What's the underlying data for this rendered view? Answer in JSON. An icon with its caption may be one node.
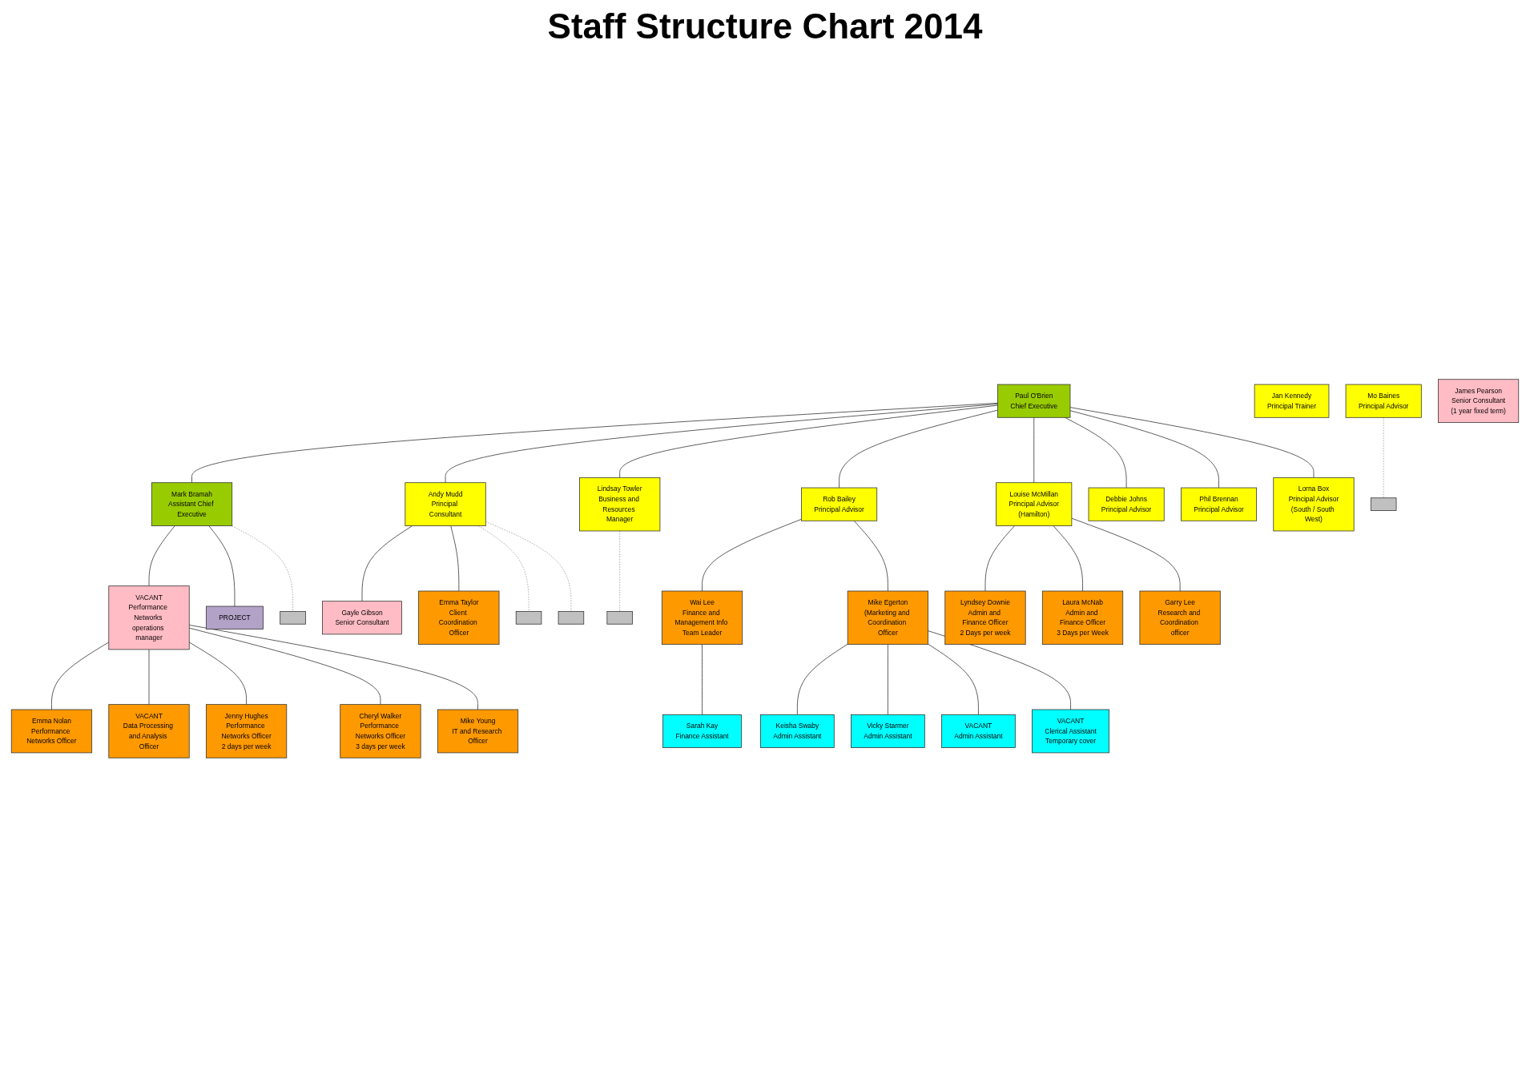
{
  "diagram": {
    "title": "Staff Structure Chart 2014",
    "nodes": [
      {
        "text": [
          "Paul O'Brien",
          "Chief Executive"
        ]
      },
      {
        "text": [
          "Mark Bramah",
          "Assistant Chief Executive"
        ]
      },
      {
        "text": [
          "Andy Mudd",
          "Principal Consultant"
        ]
      },
      {
        "text": [
          "Jan Kennedy",
          "Principal Trainer"
        ]
      },
      {
        "text": [
          "Lindsay Towler",
          "Business and Resources Manager"
        ]
      },
      {
        "text": [
          "Rob Bailey",
          "Principal Advisor"
        ]
      },
      {
        "text": [
          "Louise McMillan",
          "Principal Advisor",
          "(Hamilton)"
        ]
      },
      {
        "text": [
          "Debbie Johns",
          "Principal Advisor"
        ]
      },
      {
        "text": [
          "Mo Baines",
          "Principal Advisor"
        ]
      },
      {
        "text": [
          "Phil Brennan",
          "Principal Advisor"
        ]
      },
      {
        "text": [
          "Lorna Box",
          "Principal Advisor",
          "(South / South West)"
        ]
      },
      {
        "text": [
          "PROJECT"
        ]
      },
      {
        "text": [
          "Gayle Gibson",
          "Senior Consultant"
        ]
      },
      {
        "text": [
          "James Pearson",
          "Senior Consultant",
          "(1 year fixed term)"
        ]
      },
      {
        "text": [
          "VACANT",
          "Performance Networks operations manager"
        ]
      },
      {
        "text": [
          "Emma Taylor",
          "Client Coordination Officer"
        ]
      },
      {
        "text": [
          "Wai Lee",
          "Finance and Management Info Team Leader"
        ]
      },
      {
        "text": [
          "Mike Egerton",
          "(Marketing and Coordination Officer"
        ]
      },
      {
        "text": [
          "Lyndsey Downie",
          "Admin and Finance Officer",
          "2 Days per week"
        ]
      },
      {
        "text": [
          "Laura McNab",
          "Admin and Finance Officer",
          "3 Days per Week"
        ]
      },
      {
        "text": [
          "Garry Lee",
          "Research and Coordination officer"
        ]
      },
      {
        "text": [
          "Emma Nolan",
          "Performance Networks Officer"
        ]
      },
      {
        "text": [
          "VACANT",
          "Data Processing and Analysis Officer"
        ]
      },
      {
        "text": [
          "Jenny Hughes",
          "Performance Networks Officer",
          "2 days per week"
        ]
      },
      {
        "text": [
          "Cheryl Walker",
          "Performance Networks Officer",
          "3 days per week"
        ]
      },
      {
        "text": [
          "Mike Young",
          "IT and Research Officer"
        ]
      },
      {
        "text": [
          "Sarah Kay",
          "Finance Assistant"
        ]
      },
      {
        "text": [
          "Keisha Swaby",
          "Admin Assistant"
        ]
      },
      {
        "text": [
          "Vicky Starmer",
          "Admin Assistant"
        ]
      },
      {
        "text": [
          "VACANT",
          "Admin Assistant"
        ]
      },
      {
        "text": [
          "VACANT",
          "Clerical Assistant",
          "Temporary cover"
        ]
      },
      {
        "text": [],
        "shape": "box"
      },
      {
        "text": [],
        "shape": "box"
      },
      {
        "text": [],
        "shape": "box"
      },
      {
        "text": [],
        "shape": "box"
      },
      {
        "text": [],
        "shape": "box"
      }
    ],
    "edges": [
      {
        "from": 0,
        "to": 1,
        "arrow": "none"
      },
      {
        "from": 0,
        "to": 2,
        "arrow": "none"
      },
      {
        "from": 0,
        "to": 4,
        "arrow": "none"
      },
      {
        "from": 0,
        "to": 5,
        "arrow": "none"
      },
      {
        "from": 0,
        "to": 6,
        "arrow": "none"
      },
      {
        "from": 0,
        "to": 7,
        "arrow": "none"
      },
      {
        "from": 0,
        "to": 9,
        "arrow": "none"
      },
      {
        "from": 0,
        "to": 10,
        "arrow": "none"
      },
      {
        "from": 1,
        "to": 14,
        "arrow": "none"
      },
      {
        "from": 1,
        "to": 11,
        "arrow": "none"
      },
      {
        "from": 2,
        "to": 12,
        "arrow": "none"
      },
      {
        "from": 2,
        "to": 15,
        "arrow": "none"
      },
      {
        "from": 5,
        "to": 16,
        "arrow": "none"
      },
      {
        "from": 5,
        "to": 17,
        "arrow": "none"
      },
      {
        "from": 6,
        "to": 18,
        "arrow": "none"
      },
      {
        "from": 6,
        "to": 19,
        "arrow": "none"
      },
      {
        "from": 6,
        "to": 20,
        "arrow": "none"
      },
      {
        "from": 14,
        "to": 21,
        "arrow": "none"
      },
      {
        "from": 14,
        "to": 22,
        "arrow": "none"
      },
      {
        "from": 14,
        "to": 23,
        "arrow": "none"
      },
      {
        "from": 14,
        "to": 24,
        "arrow": "none"
      },
      {
        "from": 14,
        "to": 25,
        "arrow": "none"
      },
      {
        "from": 16,
        "to": 26,
        "arrow": "none"
      },
      {
        "from": 17,
        "to": 27,
        "arrow": "none"
      },
      {
        "from": 17,
        "to": 28,
        "arrow": "none"
      },
      {
        "from": 17,
        "to": 29,
        "arrow": "none"
      },
      {
        "from": 17,
        "to": 30,
        "arrow": "none"
      },
      {
        "from": 2,
        "to": 31,
        "arrow": "none",
        "style": "dashed",
        "color": "#999999"
      },
      {
        "from": 2,
        "to": 32,
        "arrow": "none",
        "style": "dashed",
        "color": "#999999"
      },
      {
        "from": 4,
        "to": 33,
        "arrow": "none",
        "style": "dashed",
        "color": "#999999"
      },
      {
        "from": 8,
        "to": 34,
        "arrow": "none",
        "style": "dashed",
        "color": "#999999"
      },
      {
        "from": 1,
        "to": 35,
        "arrow": "none",
        "style": "dashed",
        "color": "#999999"
      }
    ]
  }
}
